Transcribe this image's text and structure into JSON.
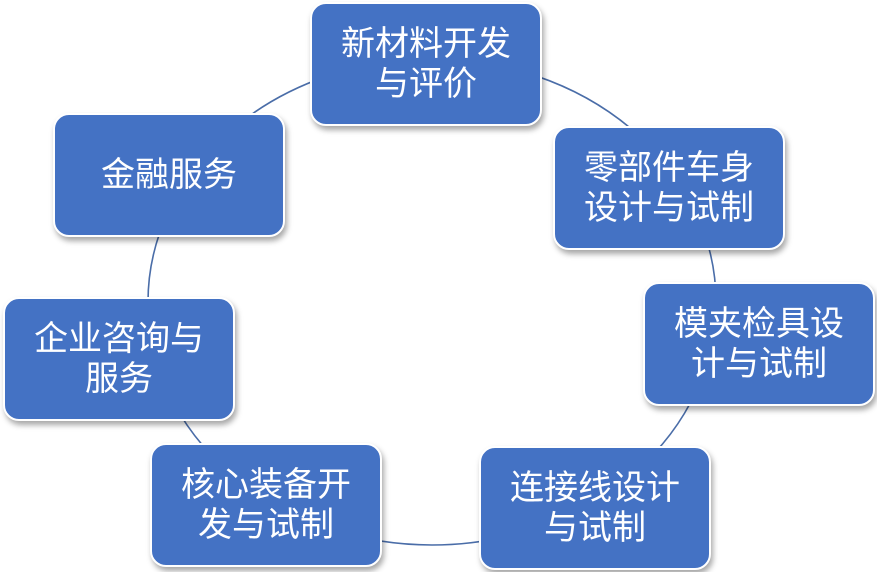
{
  "colors": {
    "node_fill": "#4472c4",
    "node_text": "#ffffff",
    "ring_stroke": "#4a6da8"
  },
  "nodes": [
    {
      "lines": [
        "新材料开发",
        "与评价"
      ]
    },
    {
      "lines": [
        "零部件车身",
        "设计与试制"
      ]
    },
    {
      "lines": [
        "模夹检具设",
        "计与试制"
      ]
    },
    {
      "lines": [
        "连接线设计",
        "与试制"
      ]
    },
    {
      "lines": [
        "核心装备开",
        "发与试制"
      ]
    },
    {
      "lines": [
        "企业咨询与",
        "服务"
      ]
    },
    {
      "lines": [
        "金融服务"
      ]
    }
  ]
}
